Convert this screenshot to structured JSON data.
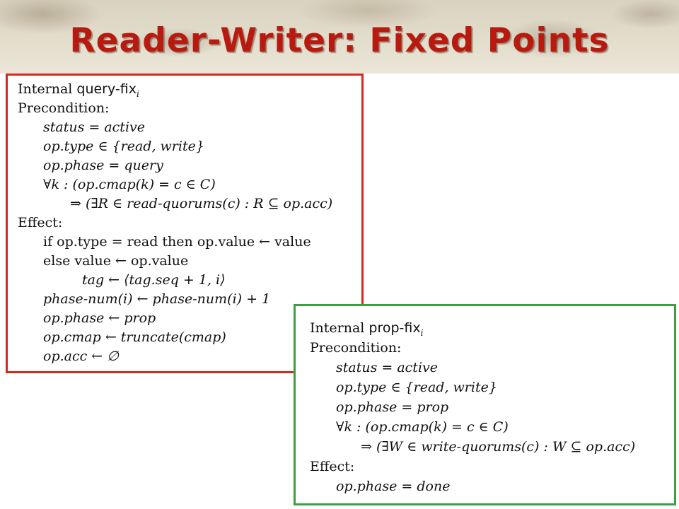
{
  "slide": {
    "title": "Reader-Writer: Fixed Points"
  },
  "query_fix": {
    "header_prefix": "Internal ",
    "action_name": "query-fix",
    "action_subscript": "i",
    "precondition_label": "Precondition:",
    "preconditions": [
      "status = active",
      "op.type ∈ {read, write}",
      "op.phase = query",
      "∀k : (op.cmap(k) = c ∈ C)",
      "⇒ (∃R ∈ read-quorums(c) : R ⊆ op.acc)"
    ],
    "effect_label": "Effect:",
    "effects": [
      "if op.type = read then op.value ← value",
      "else   value ← op.value",
      "tag ← ⟨tag.seq + 1, i⟩",
      "phase-num(i) ← phase-num(i) + 1",
      "op.phase ← prop",
      "op.cmap ← truncate(cmap)",
      "op.acc ← ∅"
    ]
  },
  "prop_fix": {
    "header_prefix": "Internal ",
    "action_name": "prop-fix",
    "action_subscript": "i",
    "precondition_label": "Precondition:",
    "preconditions": [
      "status = active",
      "op.type ∈ {read, write}",
      "op.phase = prop",
      "∀k : (op.cmap(k) = c ∈ C)",
      "⇒ (∃W ∈ write-quorums(c) : W ⊆ op.acc)"
    ],
    "effect_label": "Effect:",
    "effects": [
      "op.phase = done"
    ]
  },
  "colors": {
    "title": "#b81a10",
    "query_fix_border": "#d42a20",
    "prop_fix_border": "#3aa040"
  }
}
